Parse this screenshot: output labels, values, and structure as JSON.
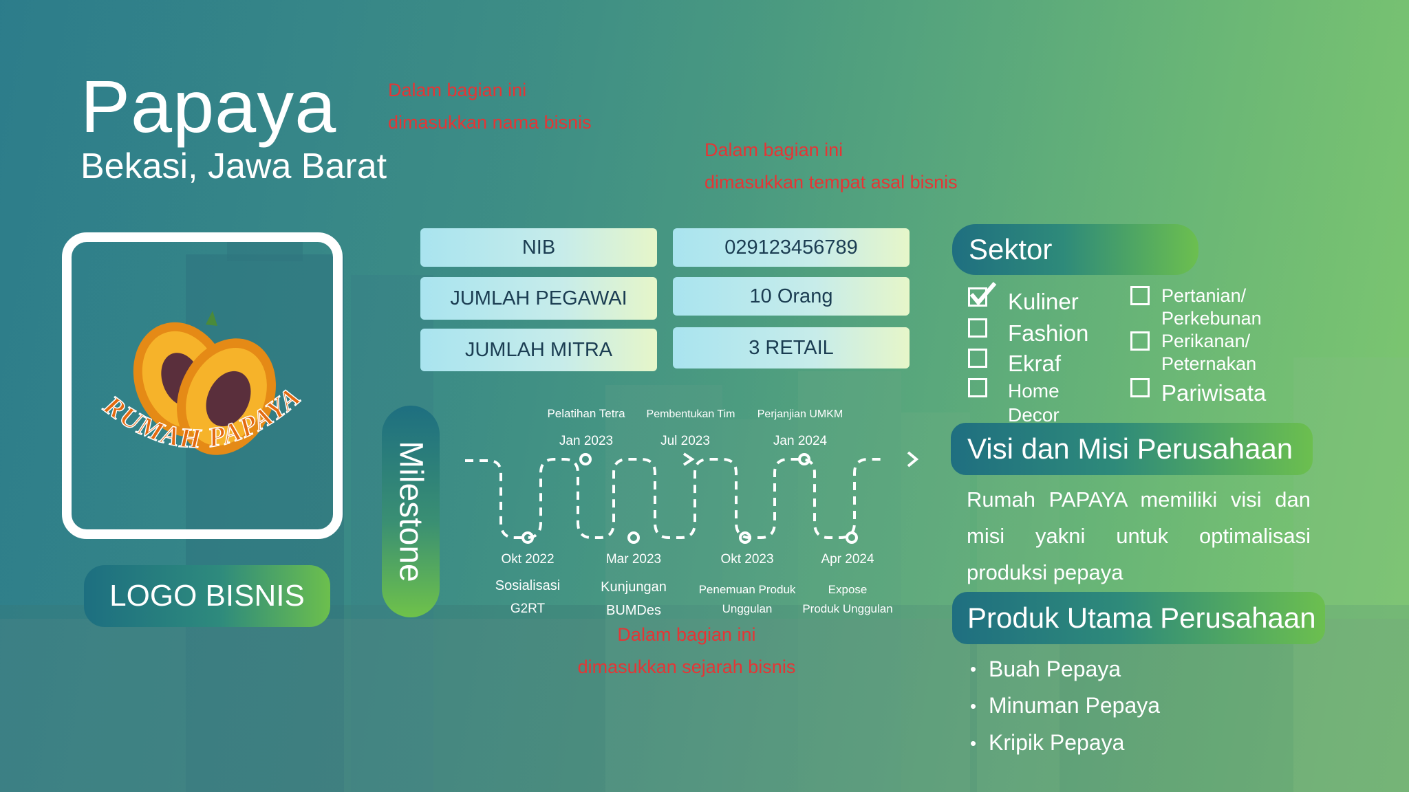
{
  "header": {
    "title": "Papaya",
    "location": "Bekasi, Jawa Barat",
    "note_name": [
      "Dalam bagian ini",
      "dimasukkan nama bisnis"
    ],
    "note_origin": [
      "Dalam bagian ini",
      "dimasukkan tempat asal bisnis"
    ]
  },
  "logo": {
    "brand_text": "RUMAH PAPAYA",
    "label": "LOGO BISNIS"
  },
  "info": [
    {
      "label": "NIB",
      "value": "029123456789"
    },
    {
      "label": "JUMLAH PEGAWAI",
      "value": "10 Orang"
    },
    {
      "label": "JUMLAH MITRA",
      "value": "3 RETAIL"
    }
  ],
  "milestone": {
    "title": "Milestone",
    "events_top": [
      {
        "label": "Pelatihan Tetra",
        "date": "Jan 2023"
      },
      {
        "label": "Pembentukan Tim",
        "date": "Jul 2023"
      },
      {
        "label": "Perjanjian UMKM",
        "date": "Jan 2024"
      }
    ],
    "events_bottom": [
      {
        "date": "Okt 2022",
        "label1": "Sosialisasi",
        "label2": "G2RT"
      },
      {
        "date": "Mar 2023",
        "label1": "Kunjungan",
        "label2": "BUMDes"
      },
      {
        "date": "Okt 2023",
        "label1": "Penemuan Produk",
        "label2": "Unggulan"
      },
      {
        "date": "Apr 2024",
        "label1": "Expose",
        "label2": "Produk Unggulan"
      }
    ],
    "note": [
      "Dalam bagian ini",
      "dimasukkan sejarah bisnis"
    ]
  },
  "sektor": {
    "title": "Sektor",
    "left": [
      {
        "label": "Kuliner",
        "checked": true
      },
      {
        "label": "Fashion",
        "checked": false
      },
      {
        "label": "Ekraf",
        "checked": false
      },
      {
        "label_line1": "Home",
        "label_line2": "Decor",
        "checked": false
      }
    ],
    "right": [
      {
        "label_line1": "Pertanian/",
        "label_line2": "Perkebunan",
        "checked": false
      },
      {
        "label_line1": "Perikanan/",
        "label_line2": "Peternakan",
        "checked": false
      },
      {
        "label": "Pariwisata",
        "checked": false
      }
    ]
  },
  "visi_misi": {
    "title": "Visi dan Misi Perusahaan",
    "text": "Rumah PAPAYA memiliki visi dan misi yakni untuk optimalisasi produksi pepaya"
  },
  "produk": {
    "title": "Produk Utama Perusahaan",
    "items": [
      "Buah Pepaya",
      "Minuman Pepaya",
      "Kripik Pepaya"
    ]
  },
  "colors": {
    "note_red": "#e53535",
    "pill_start": "#1d6f80",
    "pill_end": "#6cbf4d",
    "cell_start": "#a9e4ef",
    "cell_end": "#e6f6c9"
  }
}
